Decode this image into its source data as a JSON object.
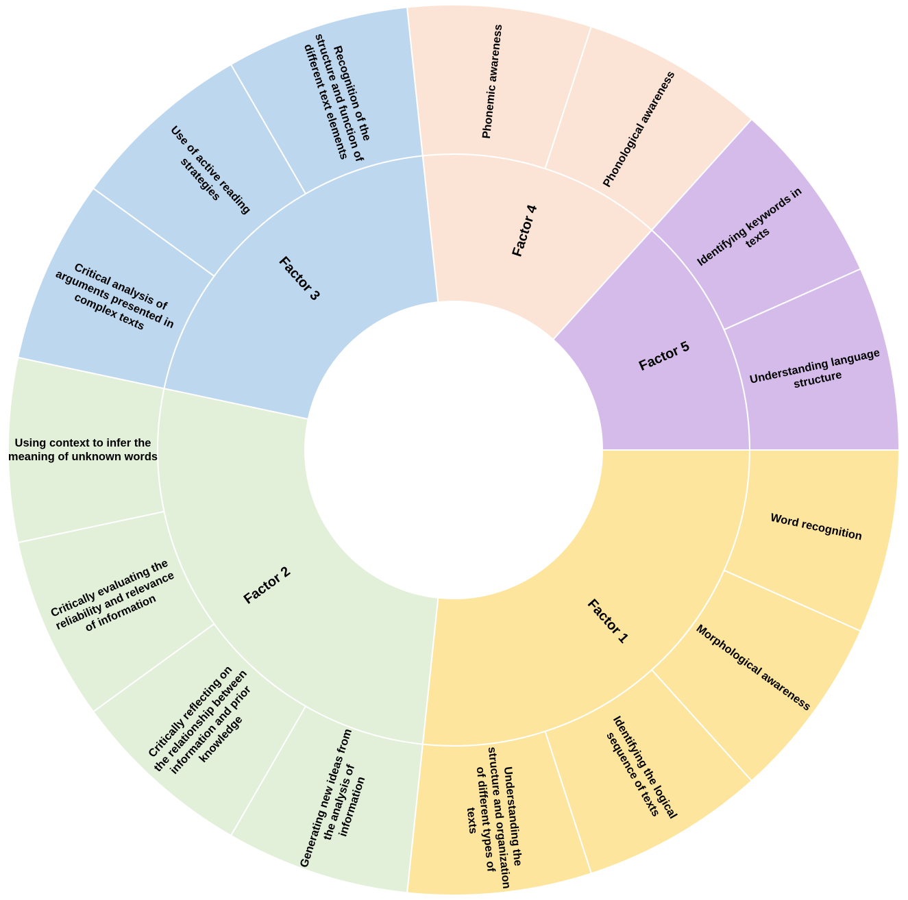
{
  "chart_data": {
    "type": "sunburst",
    "factors": [
      {
        "name": "Factor 1",
        "color": "#fde59d",
        "items": [
          "Word recognition",
          "Morphological awareness",
          "Identifying the logical sequence of texts",
          "Understanding the structure and organization of different types of texts"
        ]
      },
      {
        "name": "Factor 2",
        "color": "#e2efd9",
        "items": [
          "Generating new ideas from the analysis of information",
          "Critically reflecting on the relationship between information and prior knowledge",
          "Critically evaluating the reliability and relevance of information",
          "Using context to infer the meaning of unknown words"
        ]
      },
      {
        "name": "Factor 3",
        "color": "#bdd7ee",
        "items": [
          "Critical analysis of arguments presented in complex texts",
          "Use of active reading strategies",
          "Recognition of the structure and function of different text elements"
        ]
      },
      {
        "name": "Factor 4",
        "color": "#fbe4d5",
        "items": [
          "Phonemic awareness",
          "Phonological awareness"
        ]
      },
      {
        "name": "Factor 5",
        "color": "#d5bbea",
        "items": [
          "Identifying keywords in texts",
          "Understanding language structure"
        ]
      }
    ]
  }
}
